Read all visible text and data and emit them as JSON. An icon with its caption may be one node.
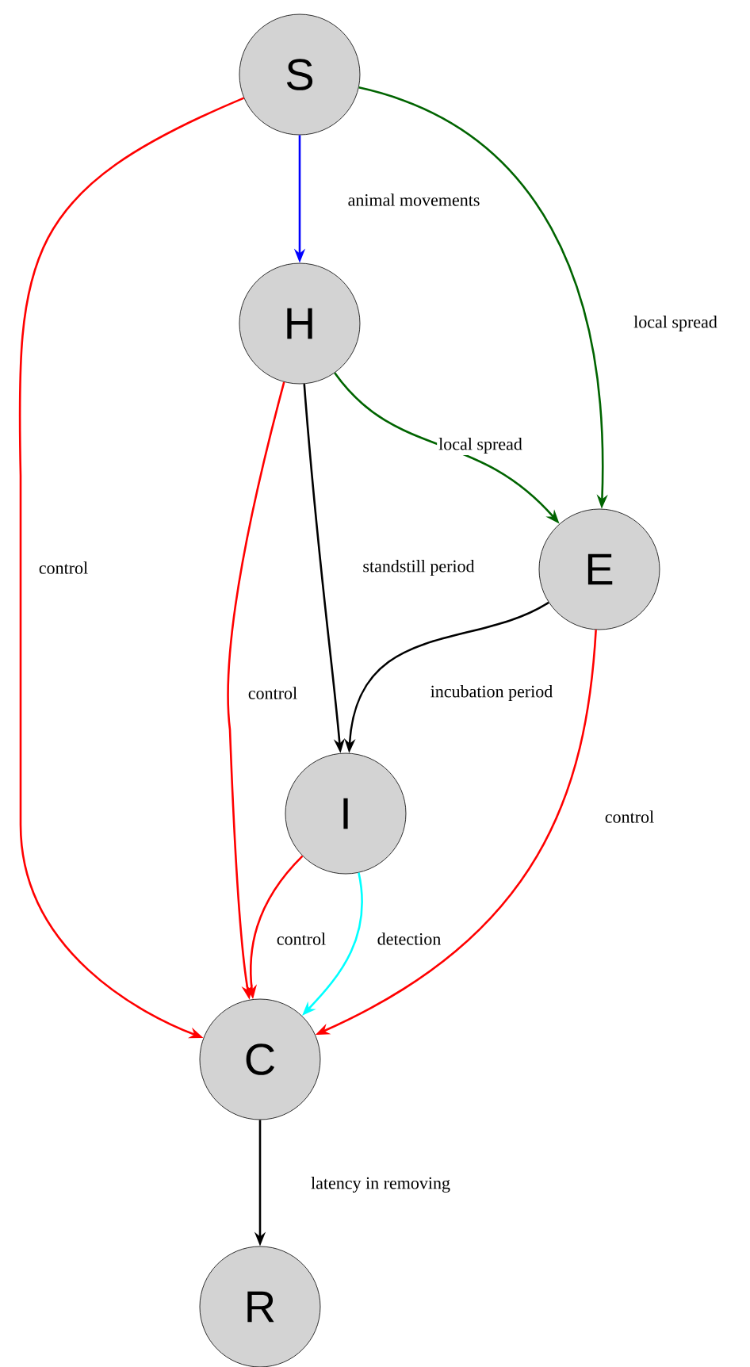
{
  "diagram": {
    "nodes": [
      {
        "text": [
          "S"
        ]
      },
      {
        "text": [
          "H"
        ]
      },
      {
        "text": [
          "E"
        ]
      },
      {
        "text": [
          "I"
        ]
      },
      {
        "text": [
          "C"
        ]
      },
      {
        "text": [
          "R"
        ]
      }
    ],
    "edges": [
      {
        "from": 0,
        "to": 1,
        "arrow": "to",
        "label": "animal movements",
        "color": "#0000ff"
      },
      {
        "from": 0,
        "to": 2,
        "arrow": "to",
        "label": "local spread",
        "color": "#006400"
      },
      {
        "from": 0,
        "to": 4,
        "arrow": "to",
        "label": "control",
        "color": "#ff0000"
      },
      {
        "from": 1,
        "to": 2,
        "arrow": "to",
        "label": "local spread",
        "color": "#006400"
      },
      {
        "from": 1,
        "to": 3,
        "arrow": "to",
        "label": "standstill period",
        "color": "#000000"
      },
      {
        "from": 1,
        "to": 4,
        "arrow": "to",
        "label": "control",
        "color": "#ff0000"
      },
      {
        "from": 2,
        "to": 3,
        "arrow": "to",
        "label": "incubation period",
        "color": "#000000"
      },
      {
        "from": 2,
        "to": 4,
        "arrow": "to",
        "label": "control",
        "color": "#ff0000"
      },
      {
        "from": 3,
        "to": 4,
        "arrow": "to",
        "label": "control",
        "color": "#ff0000"
      },
      {
        "from": 3,
        "to": 4,
        "arrow": "to",
        "label": "detection",
        "color": "#00ffff"
      },
      {
        "from": 4,
        "to": 5,
        "arrow": "to",
        "label": "latency in removing",
        "color": "#000000"
      }
    ]
  }
}
